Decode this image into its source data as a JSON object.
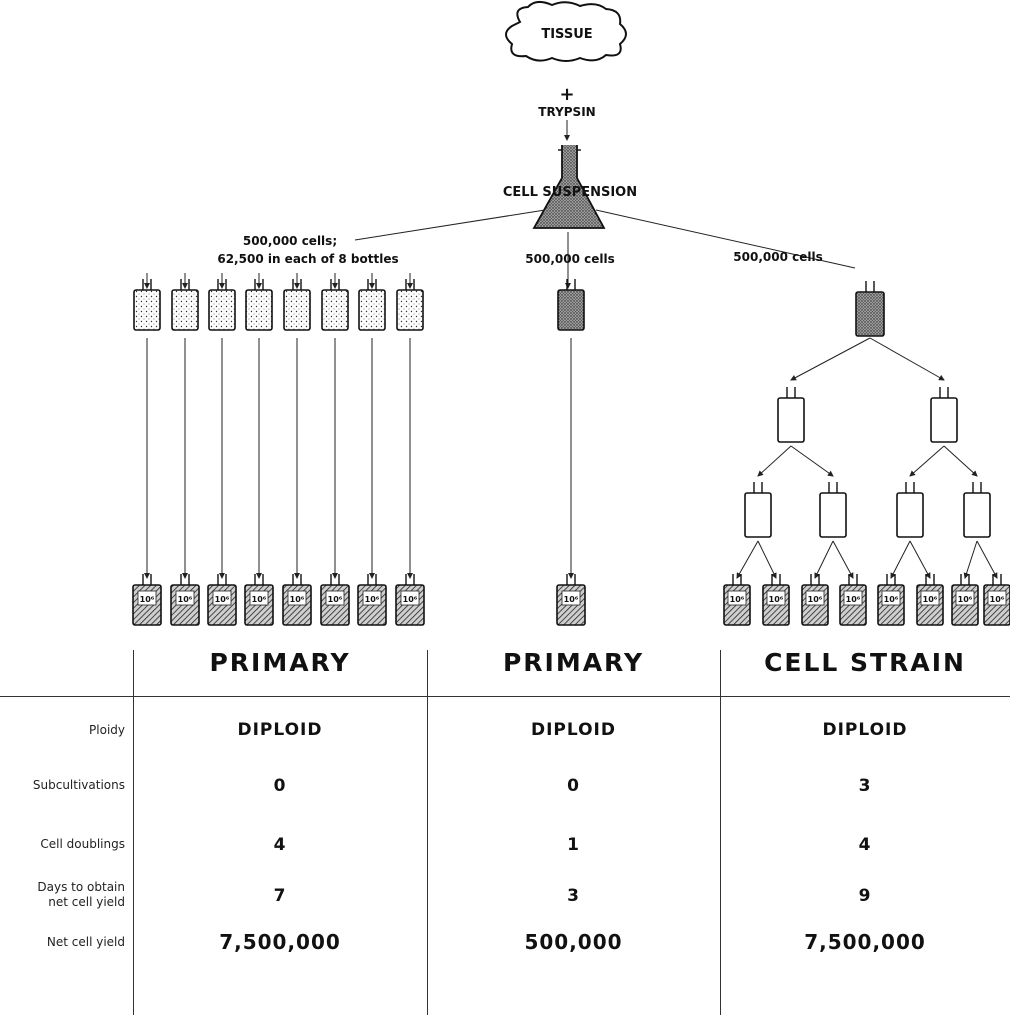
{
  "flow": {
    "tissue": "TISSUE",
    "plus": "+",
    "trypsin": "TRYPSIN",
    "cell_suspension": "CELL SUSPENSION",
    "left_label_line1": "500,000 cells;",
    "left_label_line2": "62,500 in each of 8 bottles",
    "middle_label": "500,000 cells",
    "right_label": "500,000 cells",
    "final_count": "10⁶"
  },
  "columns": [
    {
      "heading": "PRIMARY",
      "ploidy": "DIPLOID",
      "subcultivations": "0",
      "cell_doublings": "4",
      "days": "7",
      "net_yield": "7,500,000"
    },
    {
      "heading": "PRIMARY",
      "ploidy": "DIPLOID",
      "subcultivations": "0",
      "cell_doublings": "1",
      "days": "3",
      "net_yield": "500,000"
    },
    {
      "heading": "CELL STRAIN",
      "ploidy": "DIPLOID",
      "subcultivations": "3",
      "cell_doublings": "4",
      "days": "9",
      "net_yield": "7,500,000"
    }
  ],
  "row_labels": {
    "ploidy": "Ploidy",
    "subcultivations": "Subcultivations",
    "cell_doublings": "Cell doublings",
    "days_line1": "Days to obtain",
    "days_line2": "net cell yield",
    "net_yield": "Net cell yield"
  }
}
